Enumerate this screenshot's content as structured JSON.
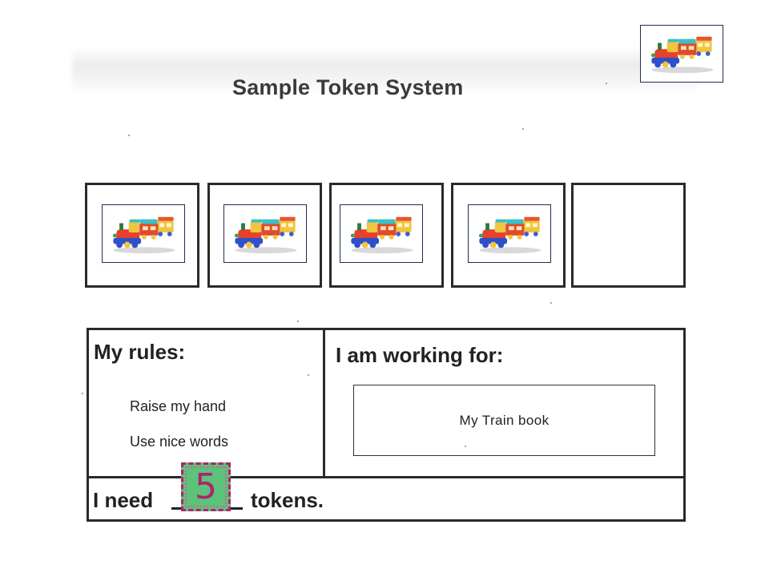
{
  "title": "Sample Token System",
  "token_icon": "toy-train-icon",
  "token_slots": [
    {
      "filled": true
    },
    {
      "filled": true
    },
    {
      "filled": true
    },
    {
      "filled": true
    },
    {
      "filled": false
    }
  ],
  "rules": {
    "heading": "My rules:",
    "items": [
      "Raise my hand",
      "Use nice words"
    ]
  },
  "reward": {
    "heading": "I am working for:",
    "value": "My Train book"
  },
  "tokens_needed": {
    "prefix": "I need",
    "suffix": "tokens.",
    "count": "5"
  },
  "colors": {
    "badge_fill": "#5dc27a",
    "badge_accent": "#b0226f"
  }
}
